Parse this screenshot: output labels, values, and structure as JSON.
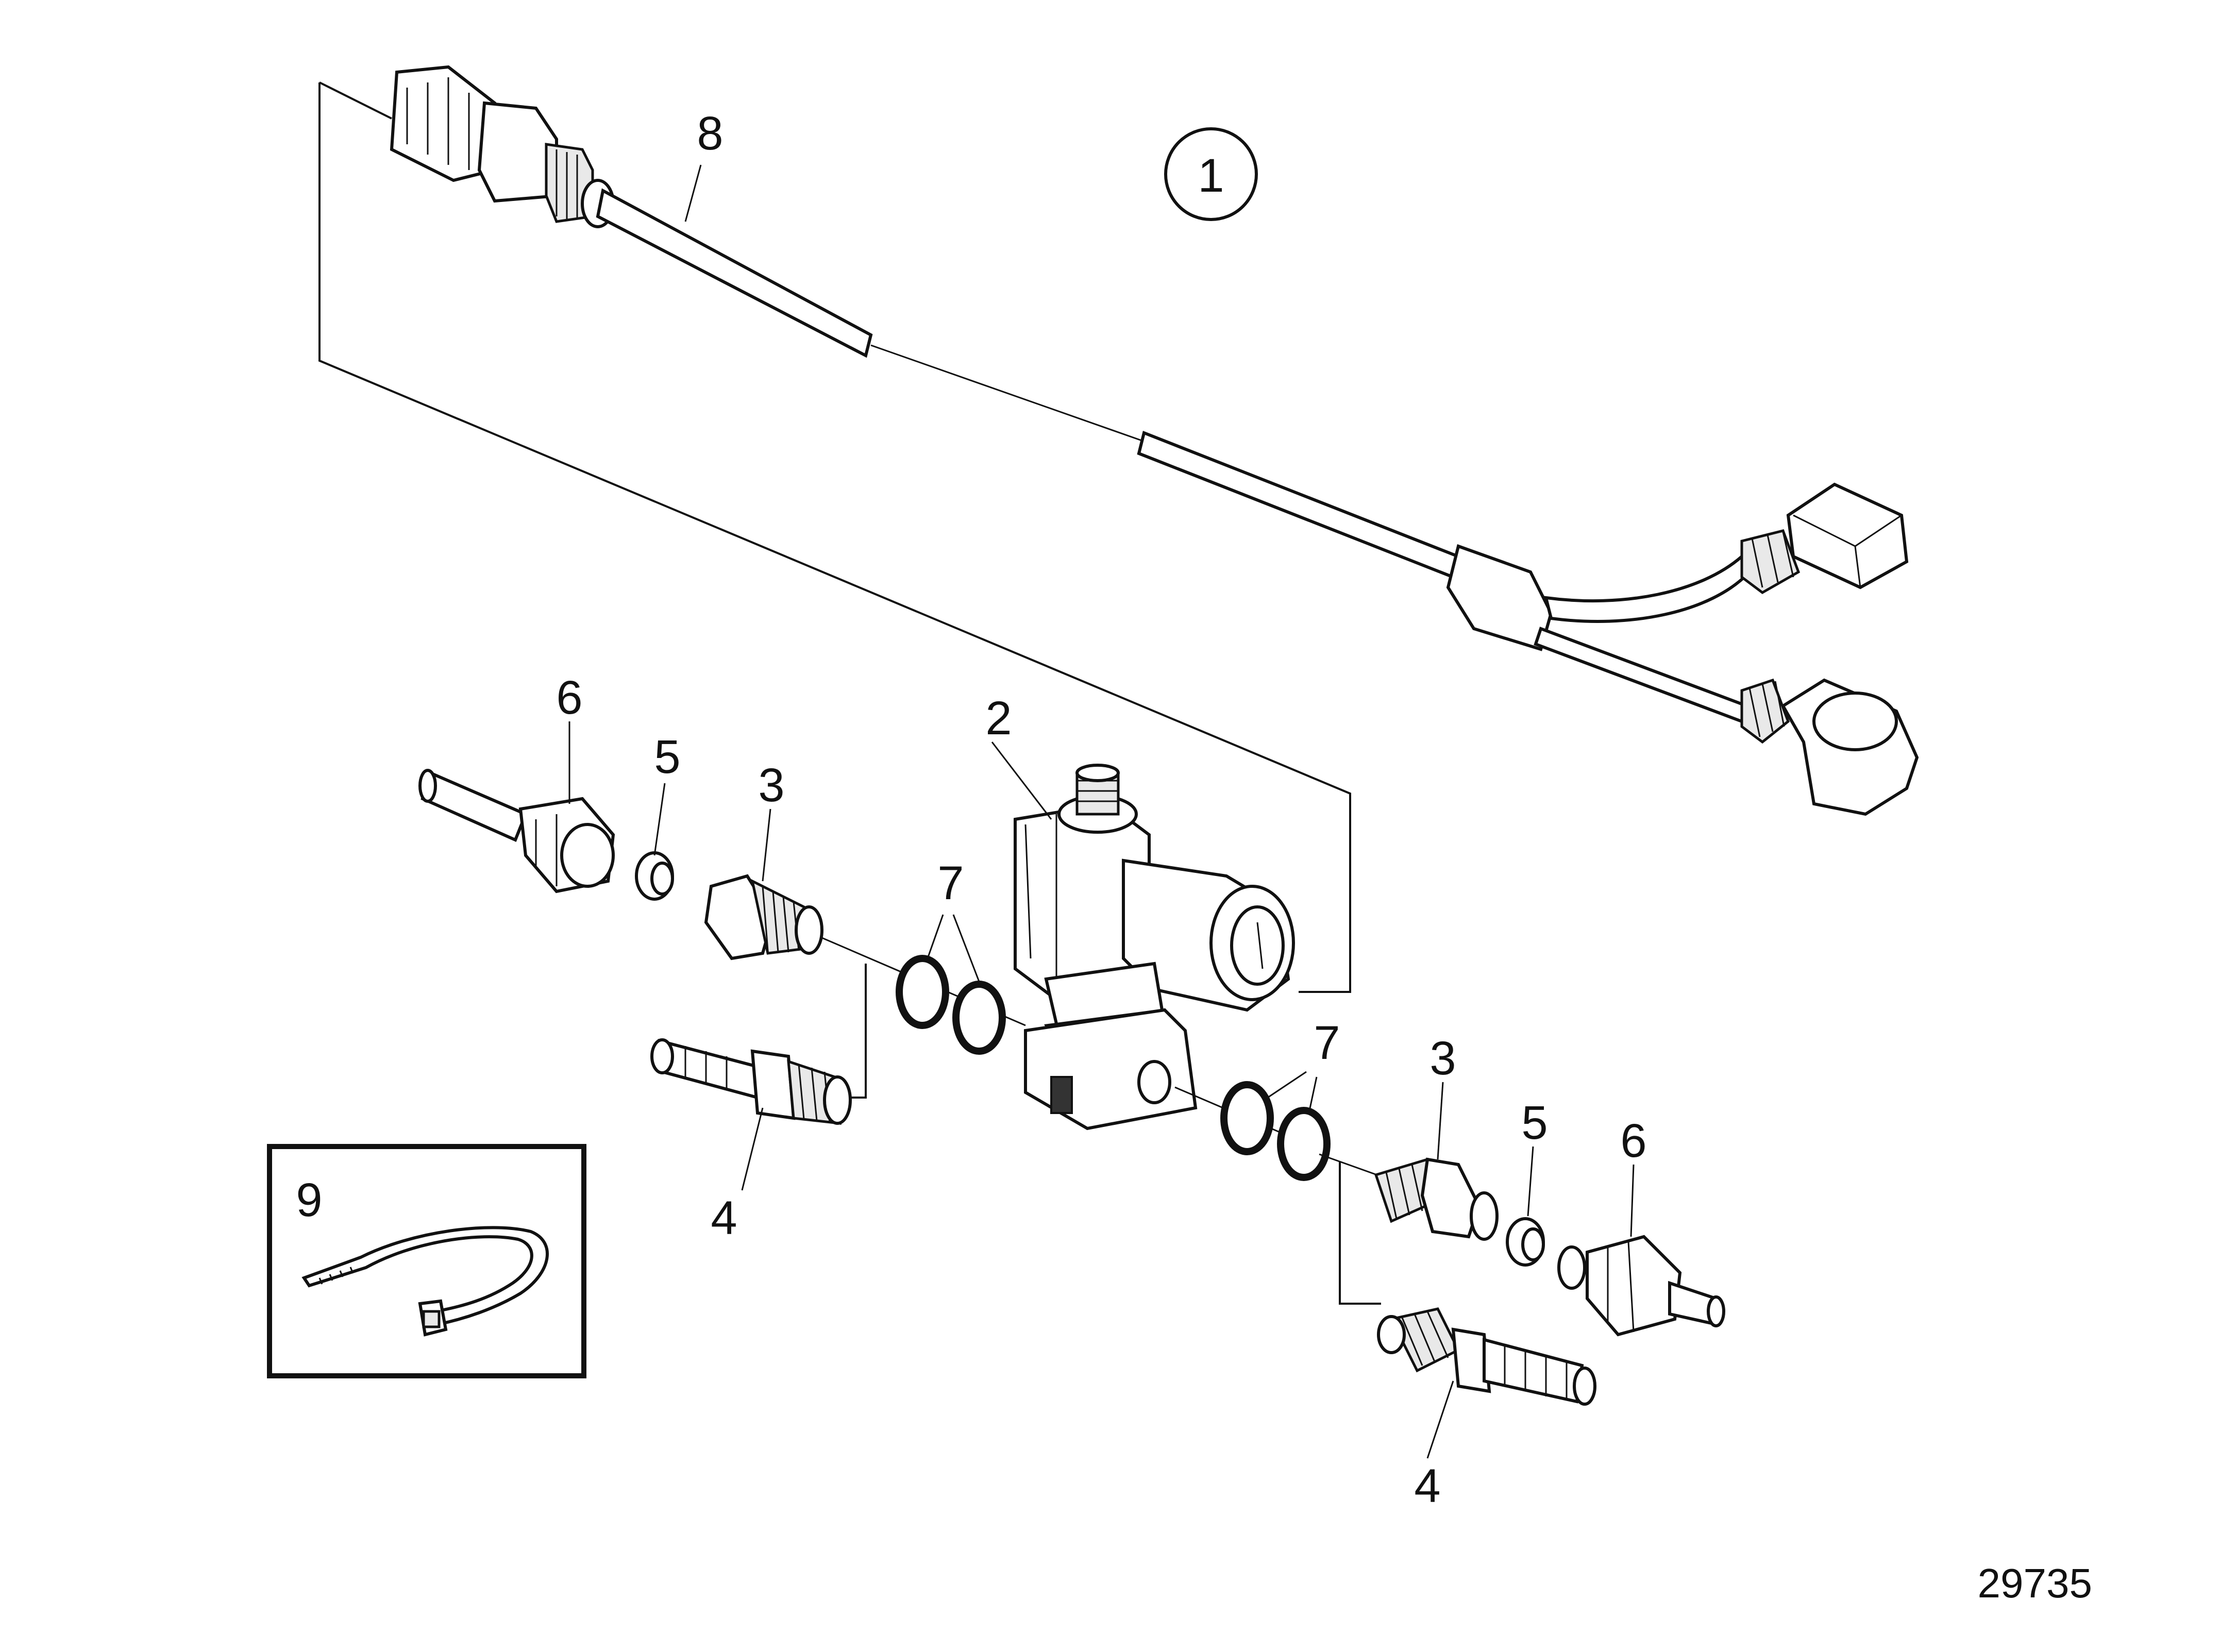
{
  "diagram": {
    "assembly_callout": "1",
    "drawing_number": "29735",
    "callouts": {
      "harness": "8",
      "valve": "2",
      "nut_left": "6",
      "ring_left": "5",
      "fitting_left": "3",
      "seals_left": "7",
      "hose_nipple_left": "4",
      "seals_right": "7",
      "fitting_right": "3",
      "ring_right": "5",
      "nut_right": "6",
      "hose_nipple_right": "4",
      "cable_tie": "9"
    }
  }
}
